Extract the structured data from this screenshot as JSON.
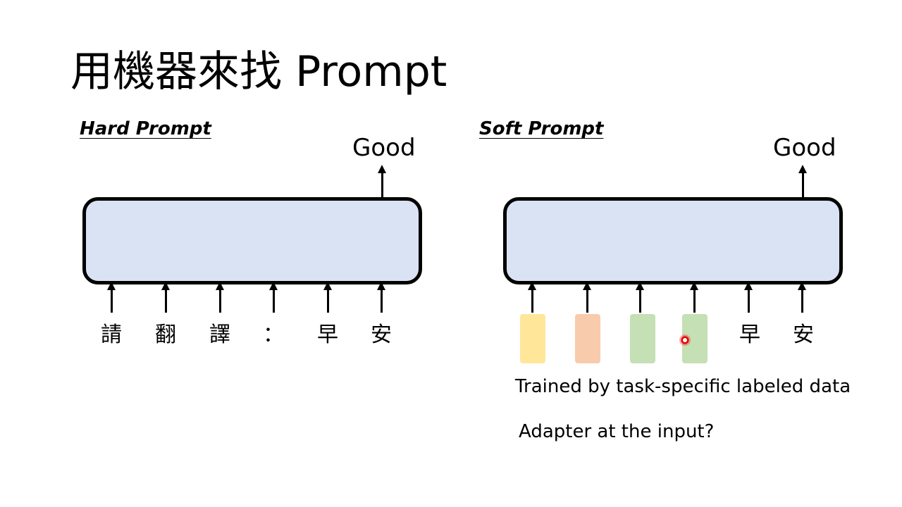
{
  "title": "用機器來找 Prompt",
  "hard": {
    "heading": "Hard Prompt",
    "output": "Good",
    "tokens": [
      "請",
      "翻",
      "譯",
      "：",
      "早",
      "安"
    ]
  },
  "soft": {
    "heading": "Soft Prompt",
    "output": "Good",
    "tokens": [
      "早",
      "安"
    ],
    "soft_token_colors": [
      "#ffe699",
      "#f8cbad",
      "#c5e0b4",
      "#c5e0b4"
    ],
    "caption_1": "Trained by task-specific labeled data",
    "caption_2": "Adapter at the input?"
  },
  "colors": {
    "model_fill": "#dae3f3",
    "outline": "#000000"
  }
}
